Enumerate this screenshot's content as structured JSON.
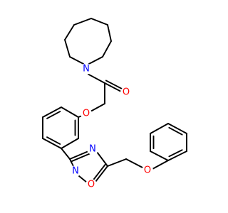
{
  "molecule": {
    "atom_labels": [
      {
        "key": "n_azepane",
        "text": "N",
        "color": "#0000ff"
      },
      {
        "key": "o_carbonyl",
        "text": "O",
        "color": "#ff0000"
      },
      {
        "key": "o_ether_aryl",
        "text": "O",
        "color": "#ff0000"
      },
      {
        "key": "n_oxadiazole_4",
        "text": "N",
        "color": "#0000ff"
      },
      {
        "key": "n_oxadiazole_2",
        "text": "N",
        "color": "#0000ff"
      },
      {
        "key": "o_oxadiazole_1",
        "text": "O",
        "color": "#ff0000"
      },
      {
        "key": "o_ether_phenoxy",
        "text": "O",
        "color": "#ff0000"
      }
    ],
    "colors": {
      "bond": "#000000",
      "nitrogen": "#0000ff",
      "oxygen": "#ff0000",
      "background": "#ffffff"
    }
  }
}
